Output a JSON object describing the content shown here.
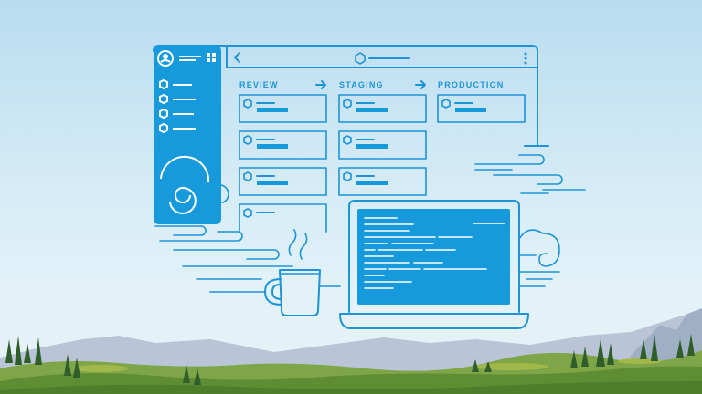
{
  "pipeline": {
    "columns": [
      {
        "label": "REVIEW"
      },
      {
        "label": "STAGING"
      },
      {
        "label": "PRODUCTION"
      }
    ]
  },
  "icons": {
    "back": "chevron-left-icon",
    "menu": "more-vertical-icon",
    "apps": "app-grid-icon",
    "avatar": "avatar-icon",
    "node": "hexagon-icon"
  },
  "colors": {
    "accent": "#1d94d6",
    "panel": "#179adc",
    "sky_top": "#b9dcf0",
    "hill_green": "#6f9a3c"
  }
}
